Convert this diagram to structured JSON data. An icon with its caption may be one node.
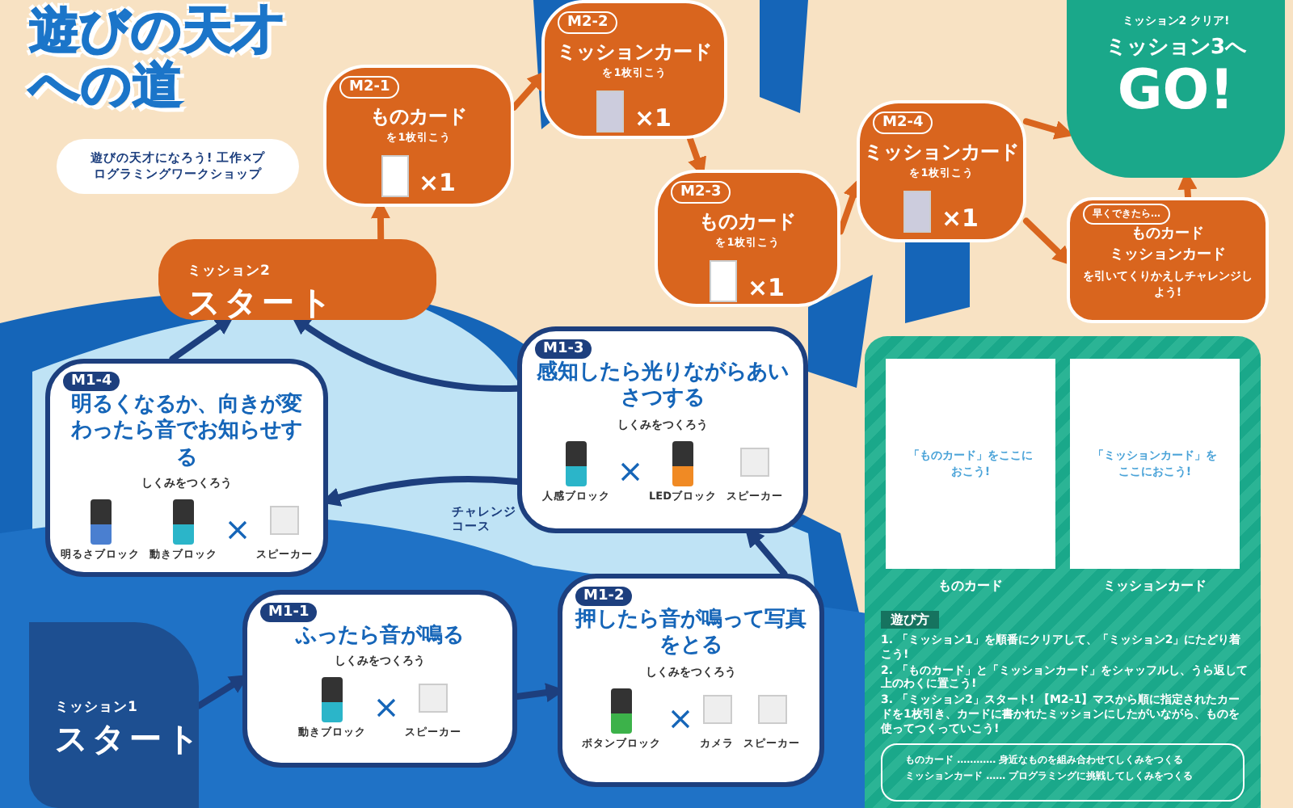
{
  "diagram": {
    "title": "遊びの天才への道",
    "nodes": [
      {
        "text": [
          "遊びの天才になろう! 工作×プログラミングワークショップ"
        ]
      },
      {
        "text": [
          "ミッション1",
          "スタート"
        ]
      },
      {
        "text": [
          "M1-1",
          "ふったら音が鳴る",
          "しくみをつくろう",
          "動きブロック",
          "スピーカー"
        ]
      },
      {
        "text": [
          "M1-2",
          "押したら音が鳴って写真をとる",
          "しくみをつくろう",
          "ボタンブロック",
          "カメラ",
          "スピーカー"
        ]
      },
      {
        "text": [
          "M1-3",
          "感知したら光りながらあいさつする",
          "しくみをつくろう",
          "人感ブロック",
          "LEDブロック",
          "スピーカー"
        ]
      },
      {
        "text": [
          "M1-4",
          "明るくなるか、向きが変わったら音でお知らせする",
          "しくみをつくろう",
          "明るさブロック",
          "動きブロック",
          "スピーカー"
        ]
      },
      {
        "text": [
          "ミッション2",
          "スタート"
        ]
      },
      {
        "text": [
          "M2-1",
          "ものカード",
          "を1枚引こう",
          "×1"
        ]
      },
      {
        "text": [
          "M2-2",
          "ミッションカード",
          "を1枚引こう",
          "×1"
        ]
      },
      {
        "text": [
          "M2-3",
          "ものカード",
          "を1枚引こう",
          "×1"
        ]
      },
      {
        "text": [
          "M2-4",
          "ミッションカード",
          "を1枚引こう",
          "×1"
        ]
      },
      {
        "text": [
          "ミッション2 クリア!",
          "ミッション3へ",
          "GO!"
        ]
      },
      {
        "text": [
          "早くできたら…",
          "ものカード",
          "ミッションカード",
          "を引いてくりかえしチャレンジしよう!"
        ]
      },
      {
        "text": [
          "遊び方",
          "1. 「ミッション1」を順番にクリアして、「ミッション2」にたどり着こう!",
          "2. 「ものカード」と「ミッションカード」をシャッフルし、うら返して上のわくに置こう!",
          "3. 「ミッション2」スタート! 【M2-1】マスから順に指定されたカードを1枚引き、カードに書かれたミッションにしたがいながら、ものを使ってつくっていこう!"
        ]
      },
      {
        "text": [
          "「ものカード」をここにおこう!"
        ],
        "in": 13,
        "beside": [
          "ものカード"
        ]
      },
      {
        "text": [
          "「ミッションカード」をここにおこう!"
        ],
        "in": 13,
        "beside": [
          "ミッションカード"
        ]
      },
      {
        "text": [
          "ものカード ………… 身近なものを組み合わせてしくみをつくる",
          "ミッションカード …… プログラミングに挑戦してしくみをつくる"
        ],
        "in": 13
      }
    ],
    "edges": [
      {
        "from": 1,
        "to": 2,
        "arrow": "to",
        "color": "#1d3f7e"
      },
      {
        "from": 2,
        "to": 3,
        "arrow": "to",
        "color": "#1d3f7e"
      },
      {
        "from": 3,
        "to": 4,
        "arrow": "to",
        "color": "#1d3f7e"
      },
      {
        "from": 4,
        "to": 6,
        "arrow": "to",
        "color": "#1d3f7e"
      },
      {
        "from": 4,
        "to": 5,
        "arrow": "to",
        "label": "チャレンジコース",
        "color": "#1d3f7e"
      },
      {
        "from": 5,
        "to": 6,
        "arrow": "to",
        "color": "#1d3f7e"
      },
      {
        "from": 6,
        "to": 7,
        "arrow": "to"
      },
      {
        "from": 7,
        "to": 8,
        "arrow": "to"
      },
      {
        "from": 8,
        "to": 9,
        "arrow": "to"
      },
      {
        "from": 9,
        "to": 10,
        "arrow": "to"
      },
      {
        "from": 10,
        "to": 11,
        "arrow": "to"
      },
      {
        "from": 10,
        "to": 12,
        "arrow": "to"
      },
      {
        "from": 12,
        "to": 11,
        "arrow": "to"
      }
    ]
  }
}
